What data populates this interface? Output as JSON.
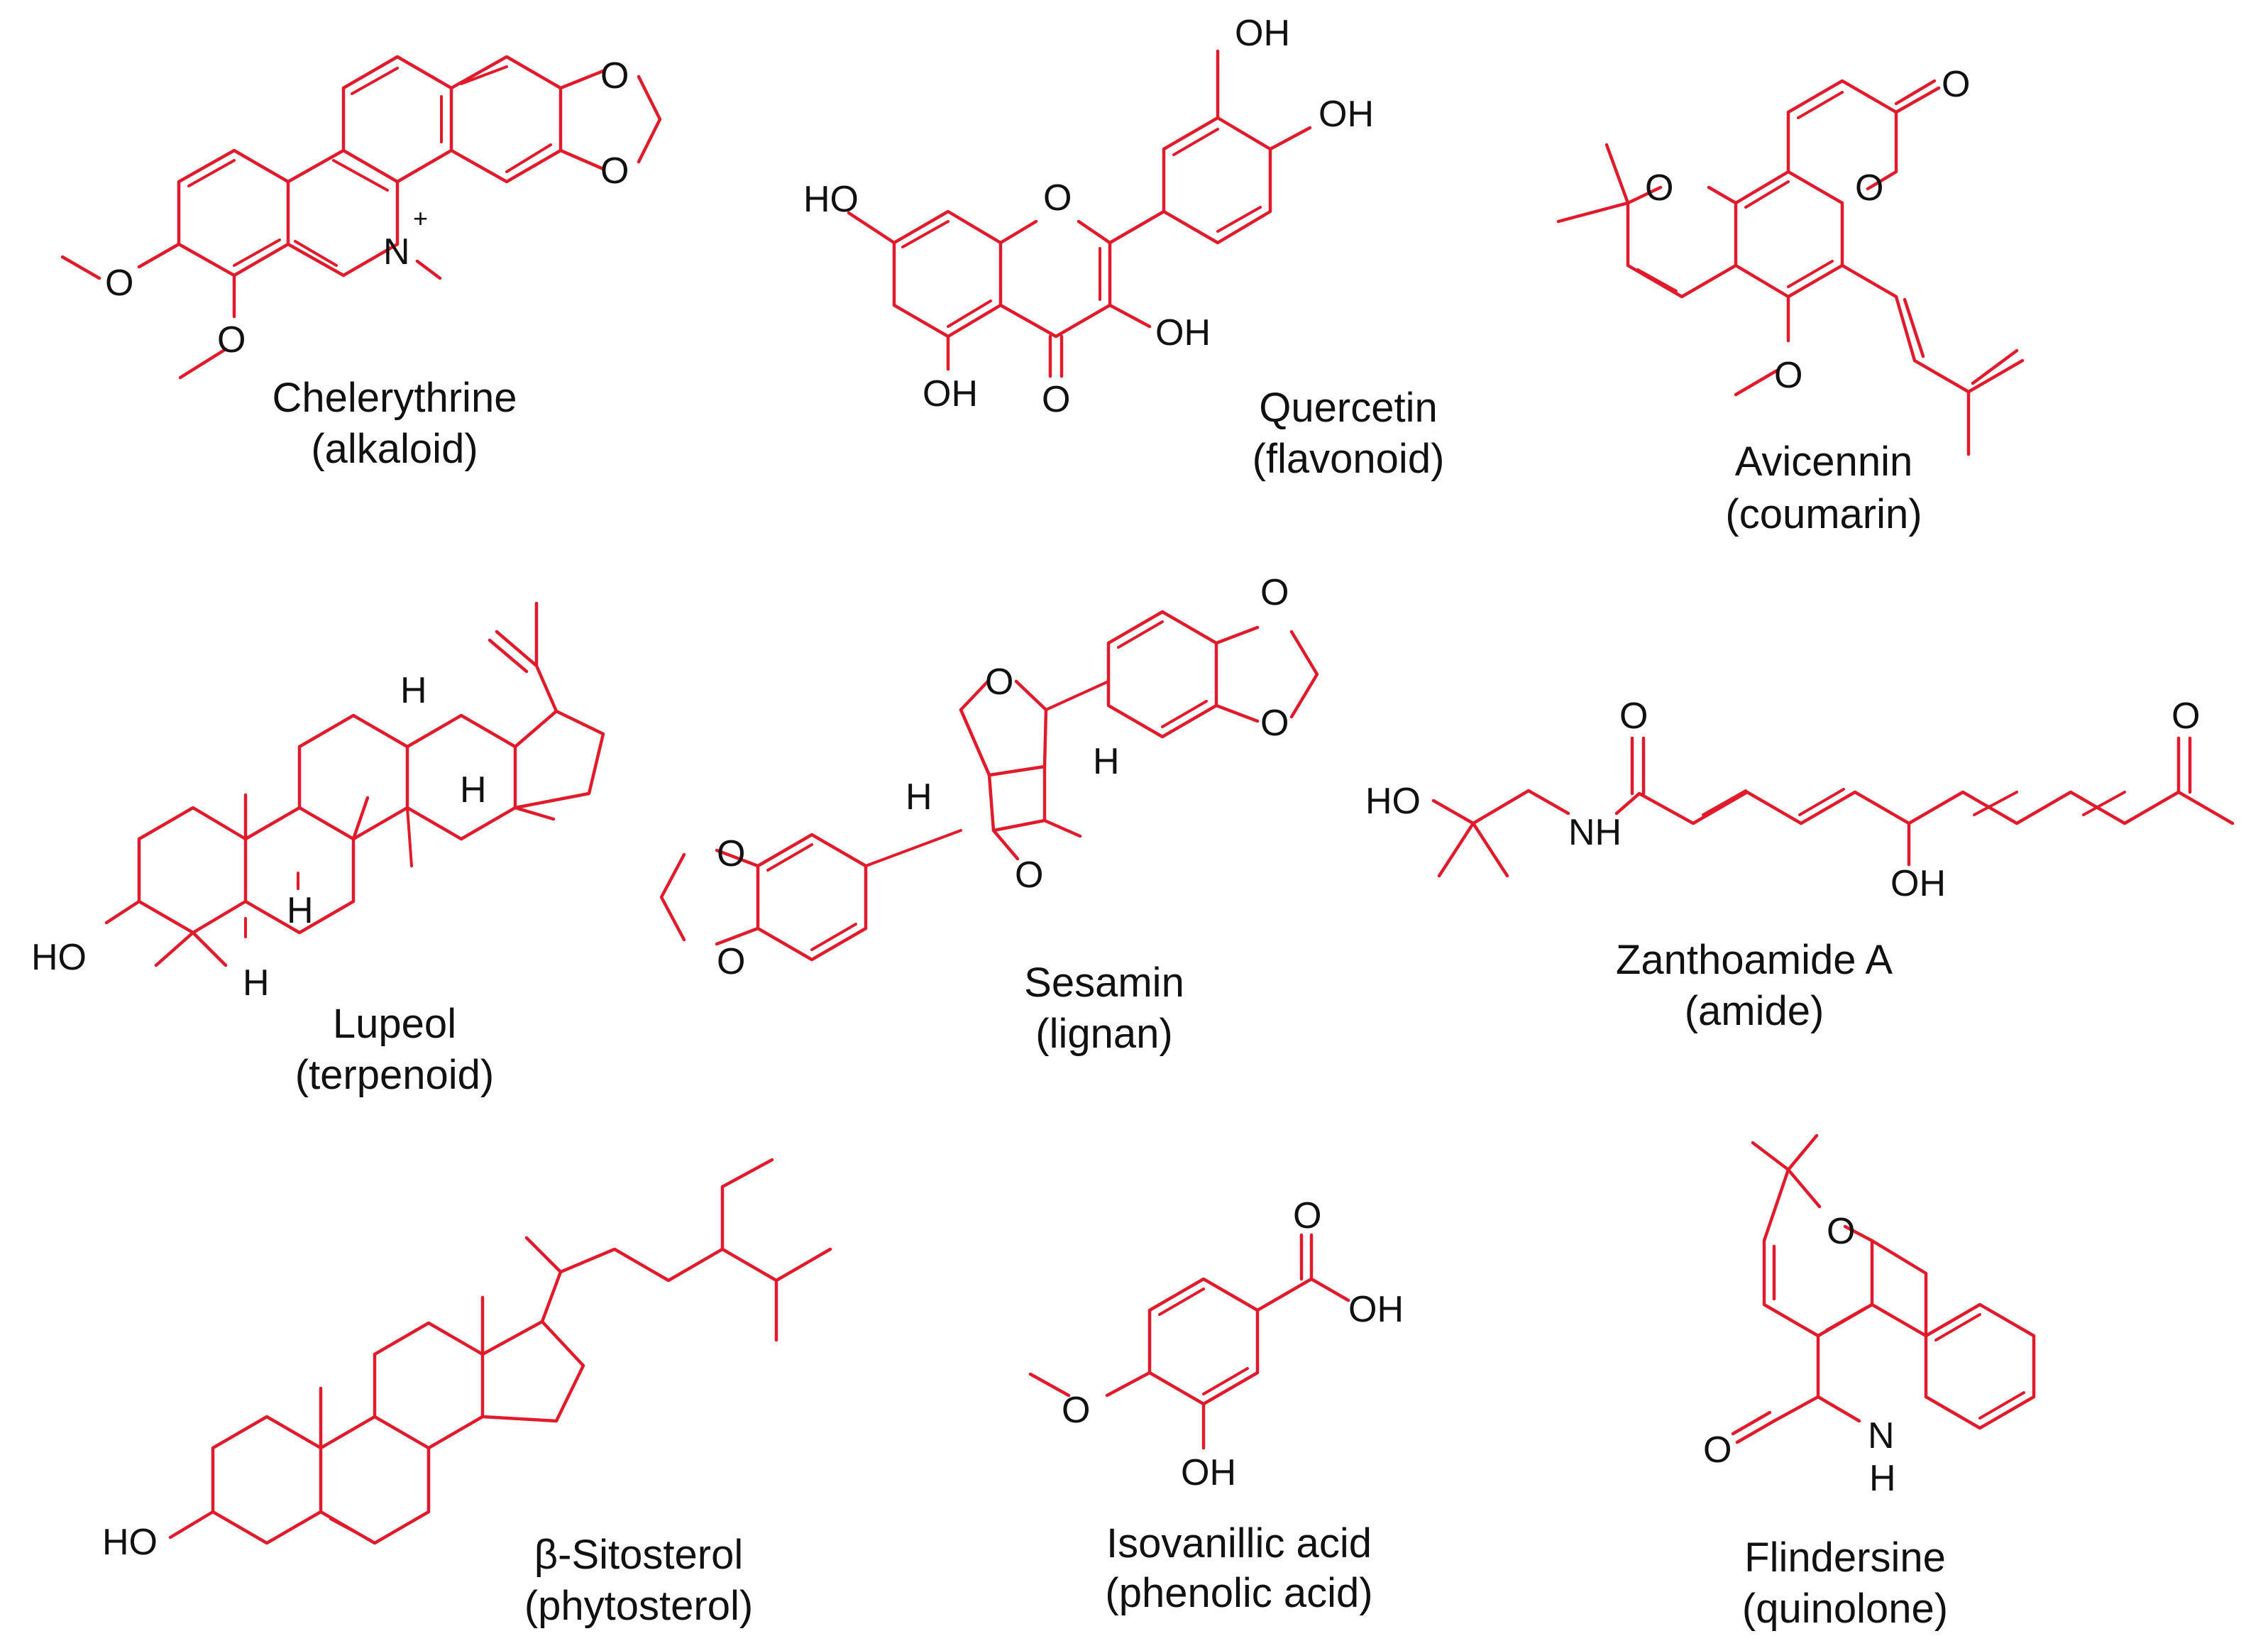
{
  "colors": {
    "bond": "#e01b2b",
    "text": "#111111",
    "background": "#ffffff"
  },
  "compounds": [
    {
      "name": "Chelerythrine",
      "class": "(alkaloid)",
      "atoms": [
        "O",
        "O",
        "O",
        "O",
        "N",
        "+"
      ]
    },
    {
      "name": "Quercetin",
      "class": "(flavonoid)",
      "atoms": [
        "OH",
        "OH",
        "HO",
        "O",
        "OH",
        "OH",
        "O"
      ]
    },
    {
      "name": "Avicennin",
      "class": "(coumarin)",
      "atoms": [
        "O",
        "O",
        "O",
        "O"
      ]
    },
    {
      "name": "Lupeol",
      "class": "(terpenoid)",
      "atoms": [
        "H",
        "H",
        "H",
        "H",
        "HO"
      ]
    },
    {
      "name": "Sesamin",
      "class": "(lignan)",
      "atoms": [
        "O",
        "O",
        "O",
        "O",
        "H",
        "H",
        "O",
        "O"
      ]
    },
    {
      "name": "Zanthoamide A",
      "class": "(amide)",
      "atoms": [
        "O",
        "O",
        "HO",
        "NH",
        "OH"
      ]
    },
    {
      "name": "β-Sitosterol",
      "class": "(phytosterol)",
      "atoms": [
        "HO"
      ]
    },
    {
      "name": "Isovanillic acid",
      "class": "(phenolic acid)",
      "atoms": [
        "O",
        "OH",
        "O",
        "OH"
      ]
    },
    {
      "name": "Flindersine",
      "class": "(quinolone)",
      "atoms": [
        "O",
        "O",
        "N",
        "H"
      ]
    }
  ]
}
